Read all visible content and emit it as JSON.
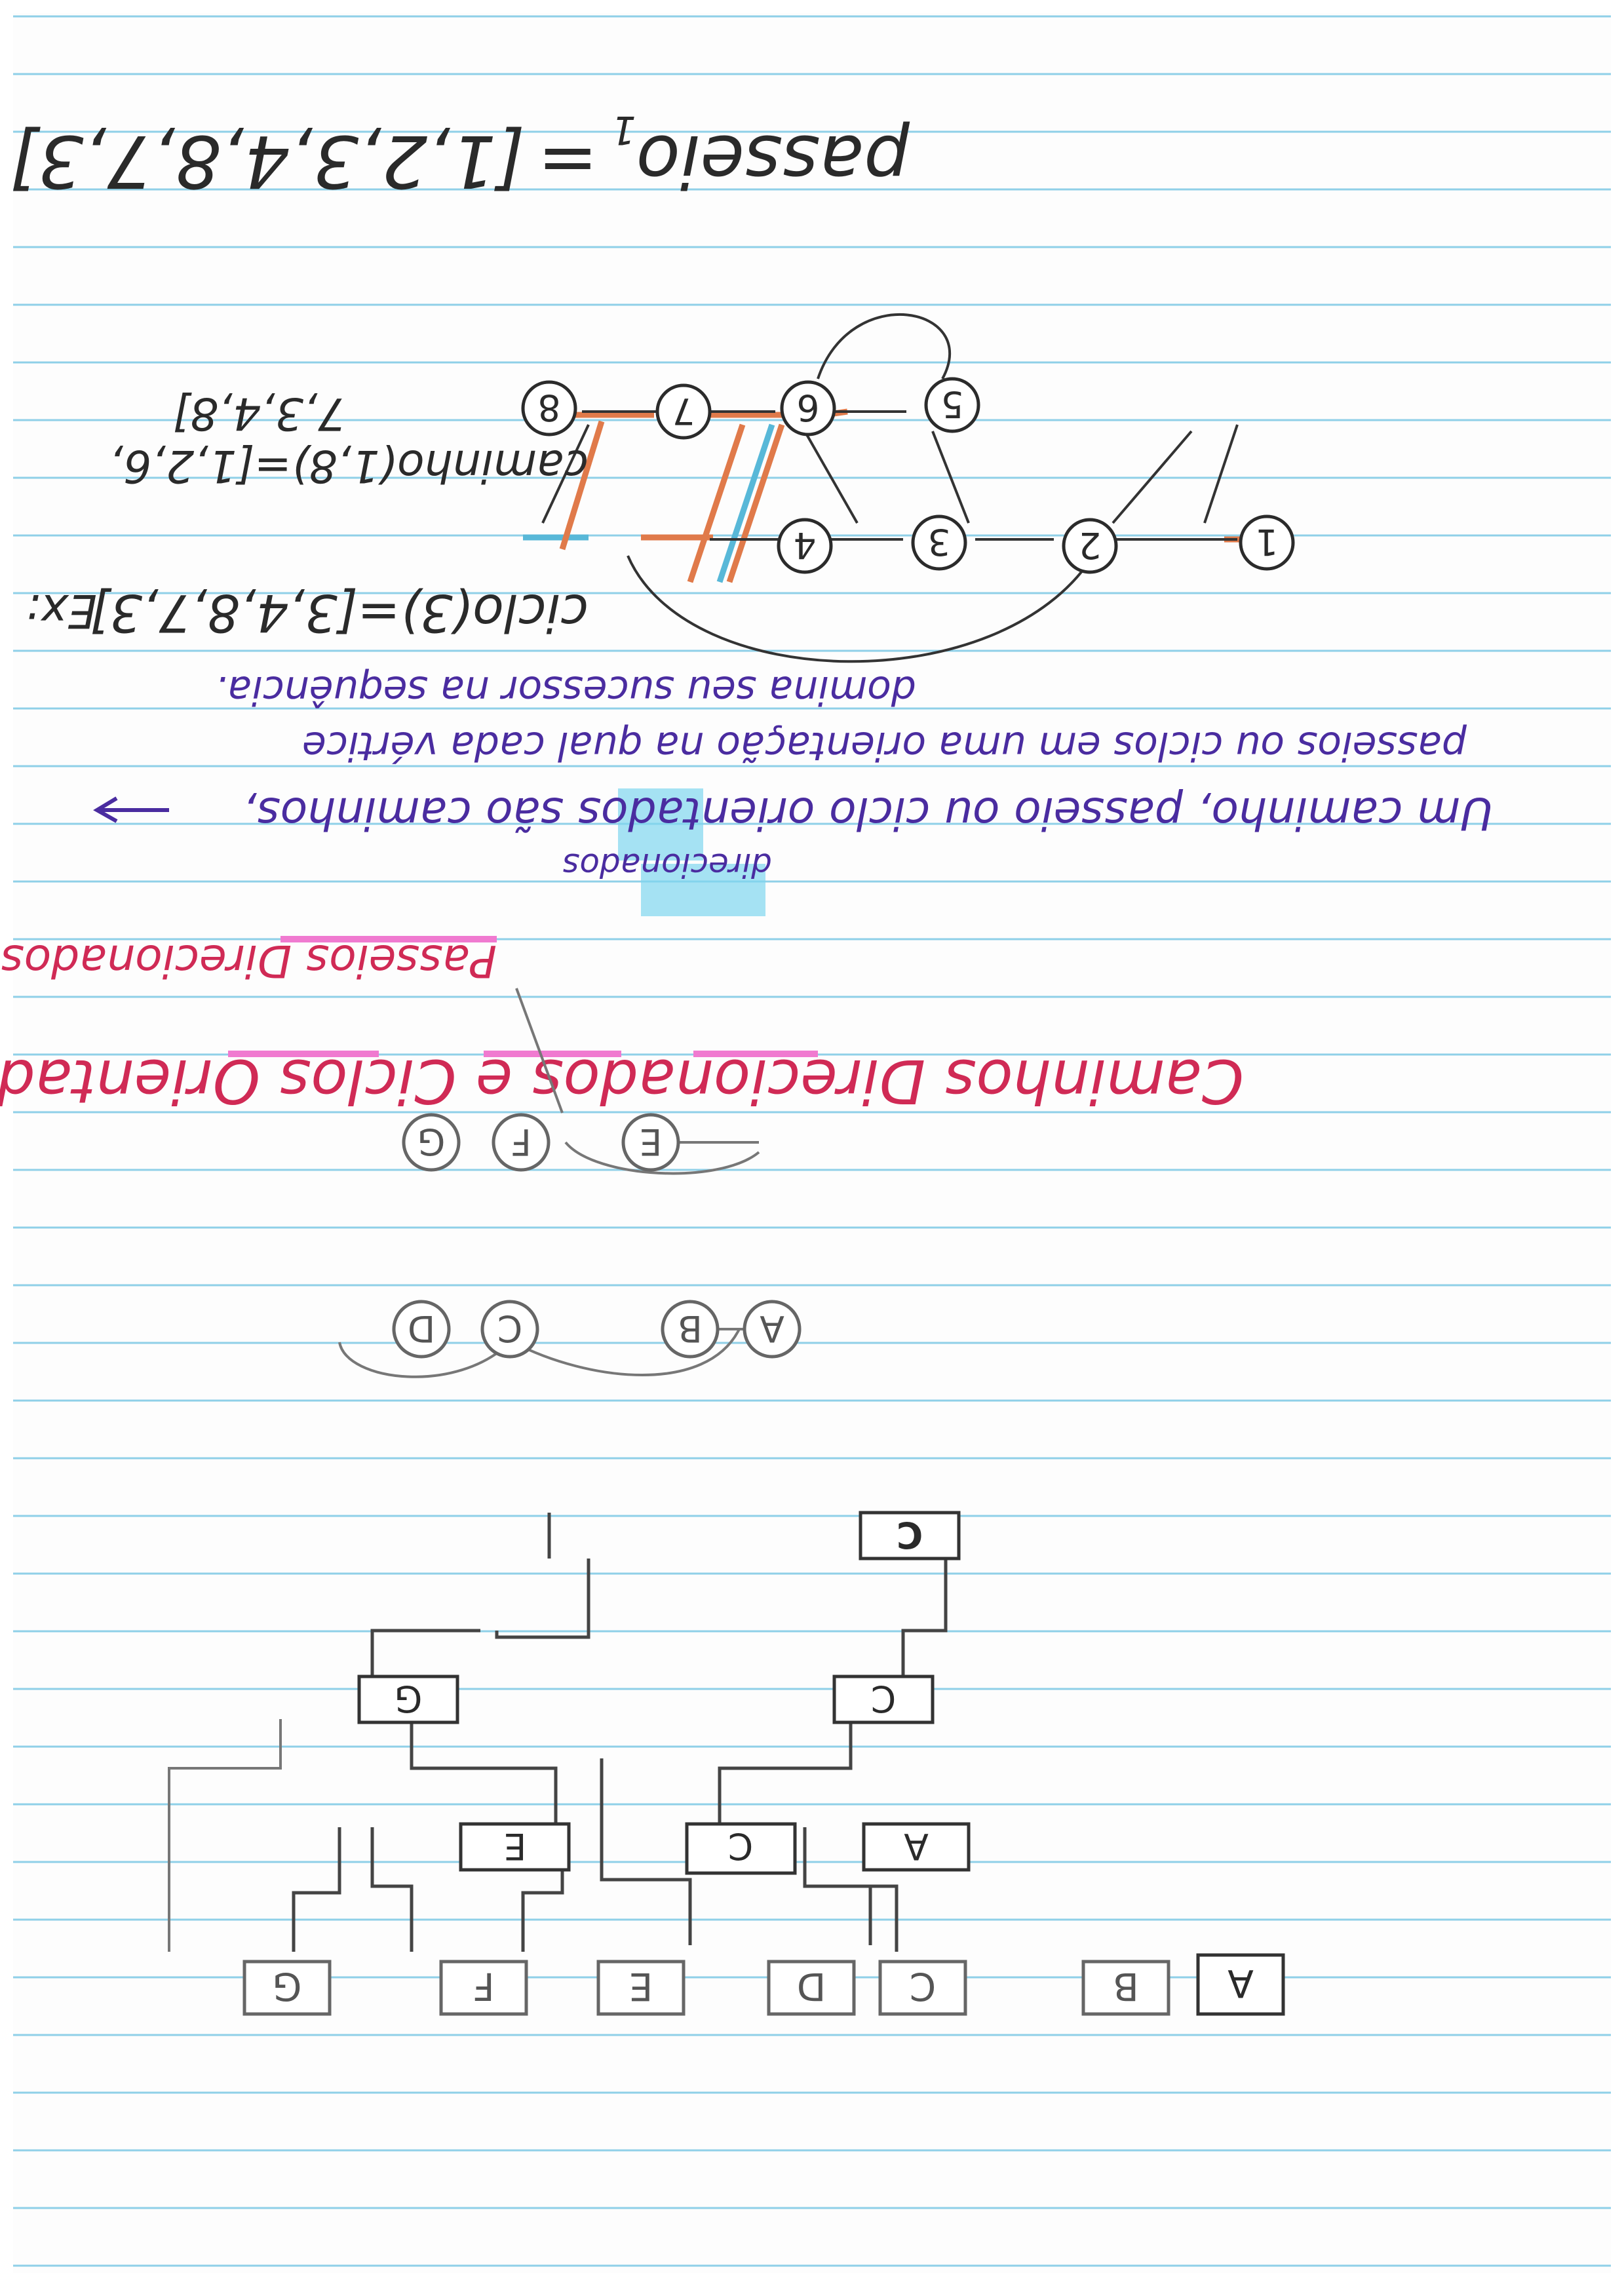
{
  "colors": {
    "rule_line": "#8fd0e8",
    "pencil": "#2a2a2a",
    "purple_pen": "#4a2ca0",
    "red_pen": "#d02a55",
    "pink_highlight": "#f07ad0",
    "cyan_highlight": "#7fd6ee",
    "orange_marker": "#e07a4a",
    "blue_marker": "#58b8d8"
  },
  "walk_line": {
    "label": "passeio",
    "subscript": "1",
    "equals": "=",
    "value": "[1,2,3,4,8,7,3]"
  },
  "example": {
    "label": "Ex:",
    "cycle": "ciclo(3)=[3,4,8,7,3]",
    "path_line1": "caminho(1,8)=[1,2,6,",
    "path_line2": "7,3,4,8]"
  },
  "graph1": {
    "nodes": [
      "1",
      "2",
      "3",
      "4",
      "5",
      "6",
      "7",
      "8"
    ]
  },
  "definition": {
    "line1": "Um caminho, passeio ou ciclo orientados são caminhos,",
    "line2": "passeios ou ciclos em uma orientação na qual cada vértice",
    "line3": "domina seu sucessor na sequência.",
    "note": "direcionados"
  },
  "headings": {
    "sub": "Passeios Direcionados",
    "main": "Caminhos Direcionados e Ciclos Orientados e"
  },
  "graph2": {
    "nodes": [
      "A",
      "B",
      "C",
      "D",
      "E",
      "F",
      "G"
    ]
  },
  "tree": {
    "root": "C",
    "level1": [
      "C",
      "G"
    ],
    "level2": [
      "A",
      "C",
      "E"
    ],
    "leaves": [
      "A",
      "B",
      "C",
      "D",
      "E",
      "F",
      "G"
    ]
  }
}
